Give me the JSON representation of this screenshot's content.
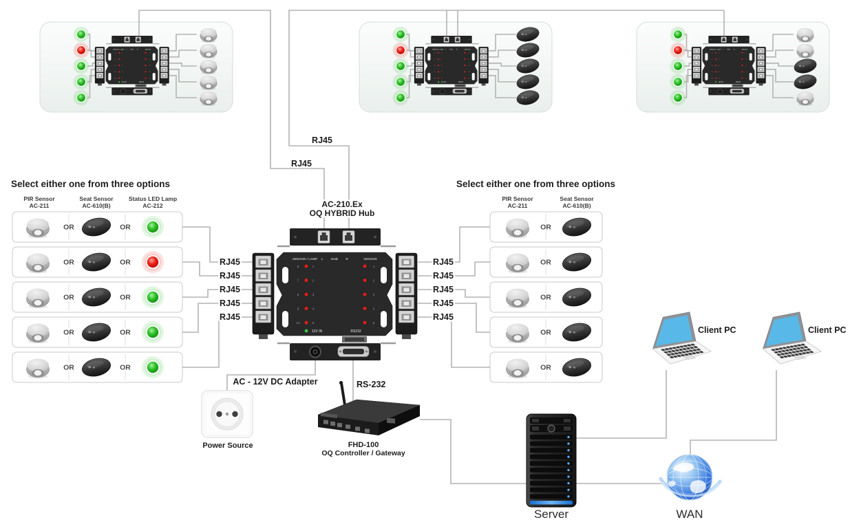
{
  "palette": {
    "line": "#b3b3b3",
    "box_border": "#d3dcd9",
    "row_border": "#c9c9c9",
    "led_green": "#22bb22",
    "led_red": "#e82015",
    "screen_blue": "#58b9e8"
  },
  "top_groups": [
    {
      "leds": [
        "green",
        "red",
        "green",
        "green",
        "green"
      ],
      "sensors": [
        "dome",
        "dome",
        "dome",
        "dome",
        "dome"
      ]
    },
    {
      "leds": [
        "green",
        "red",
        "green",
        "green",
        "green"
      ],
      "sensors": [
        "oval",
        "oval",
        "oval",
        "oval",
        "oval"
      ]
    },
    {
      "leds": [
        "green",
        "red",
        "green",
        "green",
        "green"
      ],
      "sensors": [
        "dome",
        "dome",
        "oval",
        "oval",
        "dome"
      ]
    }
  ],
  "hub": {
    "model": "AC-210.Ex",
    "name": "OQ HYBRID Hub",
    "rj45_top": [
      "RJ45",
      "RJ45"
    ],
    "panel_header": [
      "SENSOR / LAMP",
      "L",
      "HUB",
      "R",
      "SENSOR"
    ],
    "left_rows": [
      {
        "a": "6",
        "b": "1"
      },
      {
        "a": "7",
        "b": "2"
      },
      {
        "a": "8",
        "b": "3"
      },
      {
        "a": "9",
        "b": "4"
      },
      {
        "a": "10",
        "b": "5"
      }
    ],
    "right_rows": [
      "1",
      "2",
      "3",
      "4",
      "5"
    ],
    "power_led_label": "12V IN",
    "serial_port_label": "RS232"
  },
  "left_panel": {
    "heading": "Select either one from three options",
    "columns": [
      {
        "title": "PIR Sensor",
        "model": "AC-211"
      },
      {
        "title": "Seat Sensor",
        "model": "AC-610(B)"
      },
      {
        "title": "Status LED Lamp",
        "model": "AC-212"
      }
    ],
    "or_label": "OR",
    "rows": [
      {
        "lamp": "green"
      },
      {
        "lamp": "red"
      },
      {
        "lamp": "green"
      },
      {
        "lamp": "green"
      },
      {
        "lamp": "green"
      }
    ],
    "rj45_labels": [
      "RJ45",
      "RJ45",
      "RJ45",
      "RJ45",
      "RJ45"
    ]
  },
  "right_panel": {
    "heading": "Select either one from three options",
    "columns": [
      {
        "title": "PIR Sensor",
        "model": "AC-211"
      },
      {
        "title": "Seat Sensor",
        "model": "AC-610(B)"
      }
    ],
    "or_label": "OR",
    "rows": [
      {},
      {},
      {},
      {},
      {}
    ],
    "rj45_labels": [
      "RJ45",
      "RJ45",
      "RJ45",
      "RJ45",
      "RJ45"
    ]
  },
  "power": {
    "adapter_label": "AC - 12V DC Adapter",
    "source_label": "Power Source"
  },
  "controller": {
    "serial_label": "RS-232",
    "model": "FHD-100",
    "name": "OQ Controller / Gateway"
  },
  "network": {
    "server_label": "Server",
    "wan_label": "WAN",
    "client_labels": [
      "Client PC",
      "Client PC"
    ]
  }
}
